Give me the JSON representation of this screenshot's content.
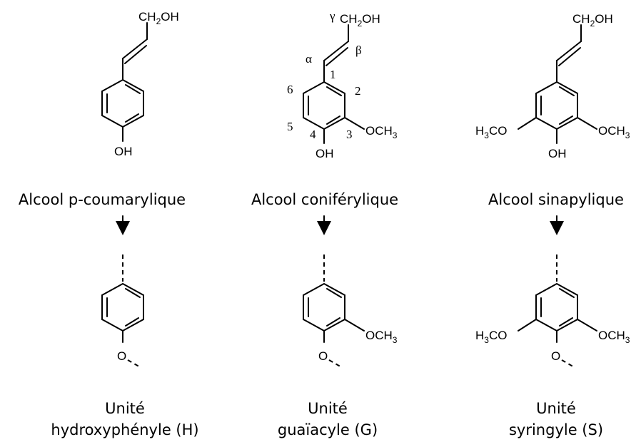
{
  "monomers": [
    {
      "name": "Alcool p-coumarylique",
      "side_chain": "CH2OH",
      "substituents": {
        "c4": "OH"
      }
    },
    {
      "name": "Alcool coniférylique",
      "side_chain": "CH2OH",
      "substituents": {
        "c3": "OCH3",
        "c4": "OH"
      },
      "carbon_labels": {
        "gamma": "γ",
        "beta": "β",
        "alpha": "α",
        "c1": "1",
        "c2": "2",
        "c3": "3",
        "c4": "4",
        "c5": "5",
        "c6": "6"
      }
    },
    {
      "name": "Alcool sinapylique",
      "side_chain": "CH2OH",
      "substituents": {
        "c3": "OCH3",
        "c4": "OH",
        "c5": "H3CO"
      }
    }
  ],
  "units": [
    {
      "line1": "Unité",
      "line2": "hydroxyphényle (H)",
      "substituents": {
        "c4": "O"
      }
    },
    {
      "line1": "Unité",
      "line2": "guaïacyle (G)",
      "substituents": {
        "c3": "OCH3",
        "c4": "O"
      }
    },
    {
      "line1": "Unité",
      "line2": "syringyle (S)",
      "substituents": {
        "c3": "OCH3",
        "c4": "O",
        "c5": "H3CO"
      }
    }
  ]
}
